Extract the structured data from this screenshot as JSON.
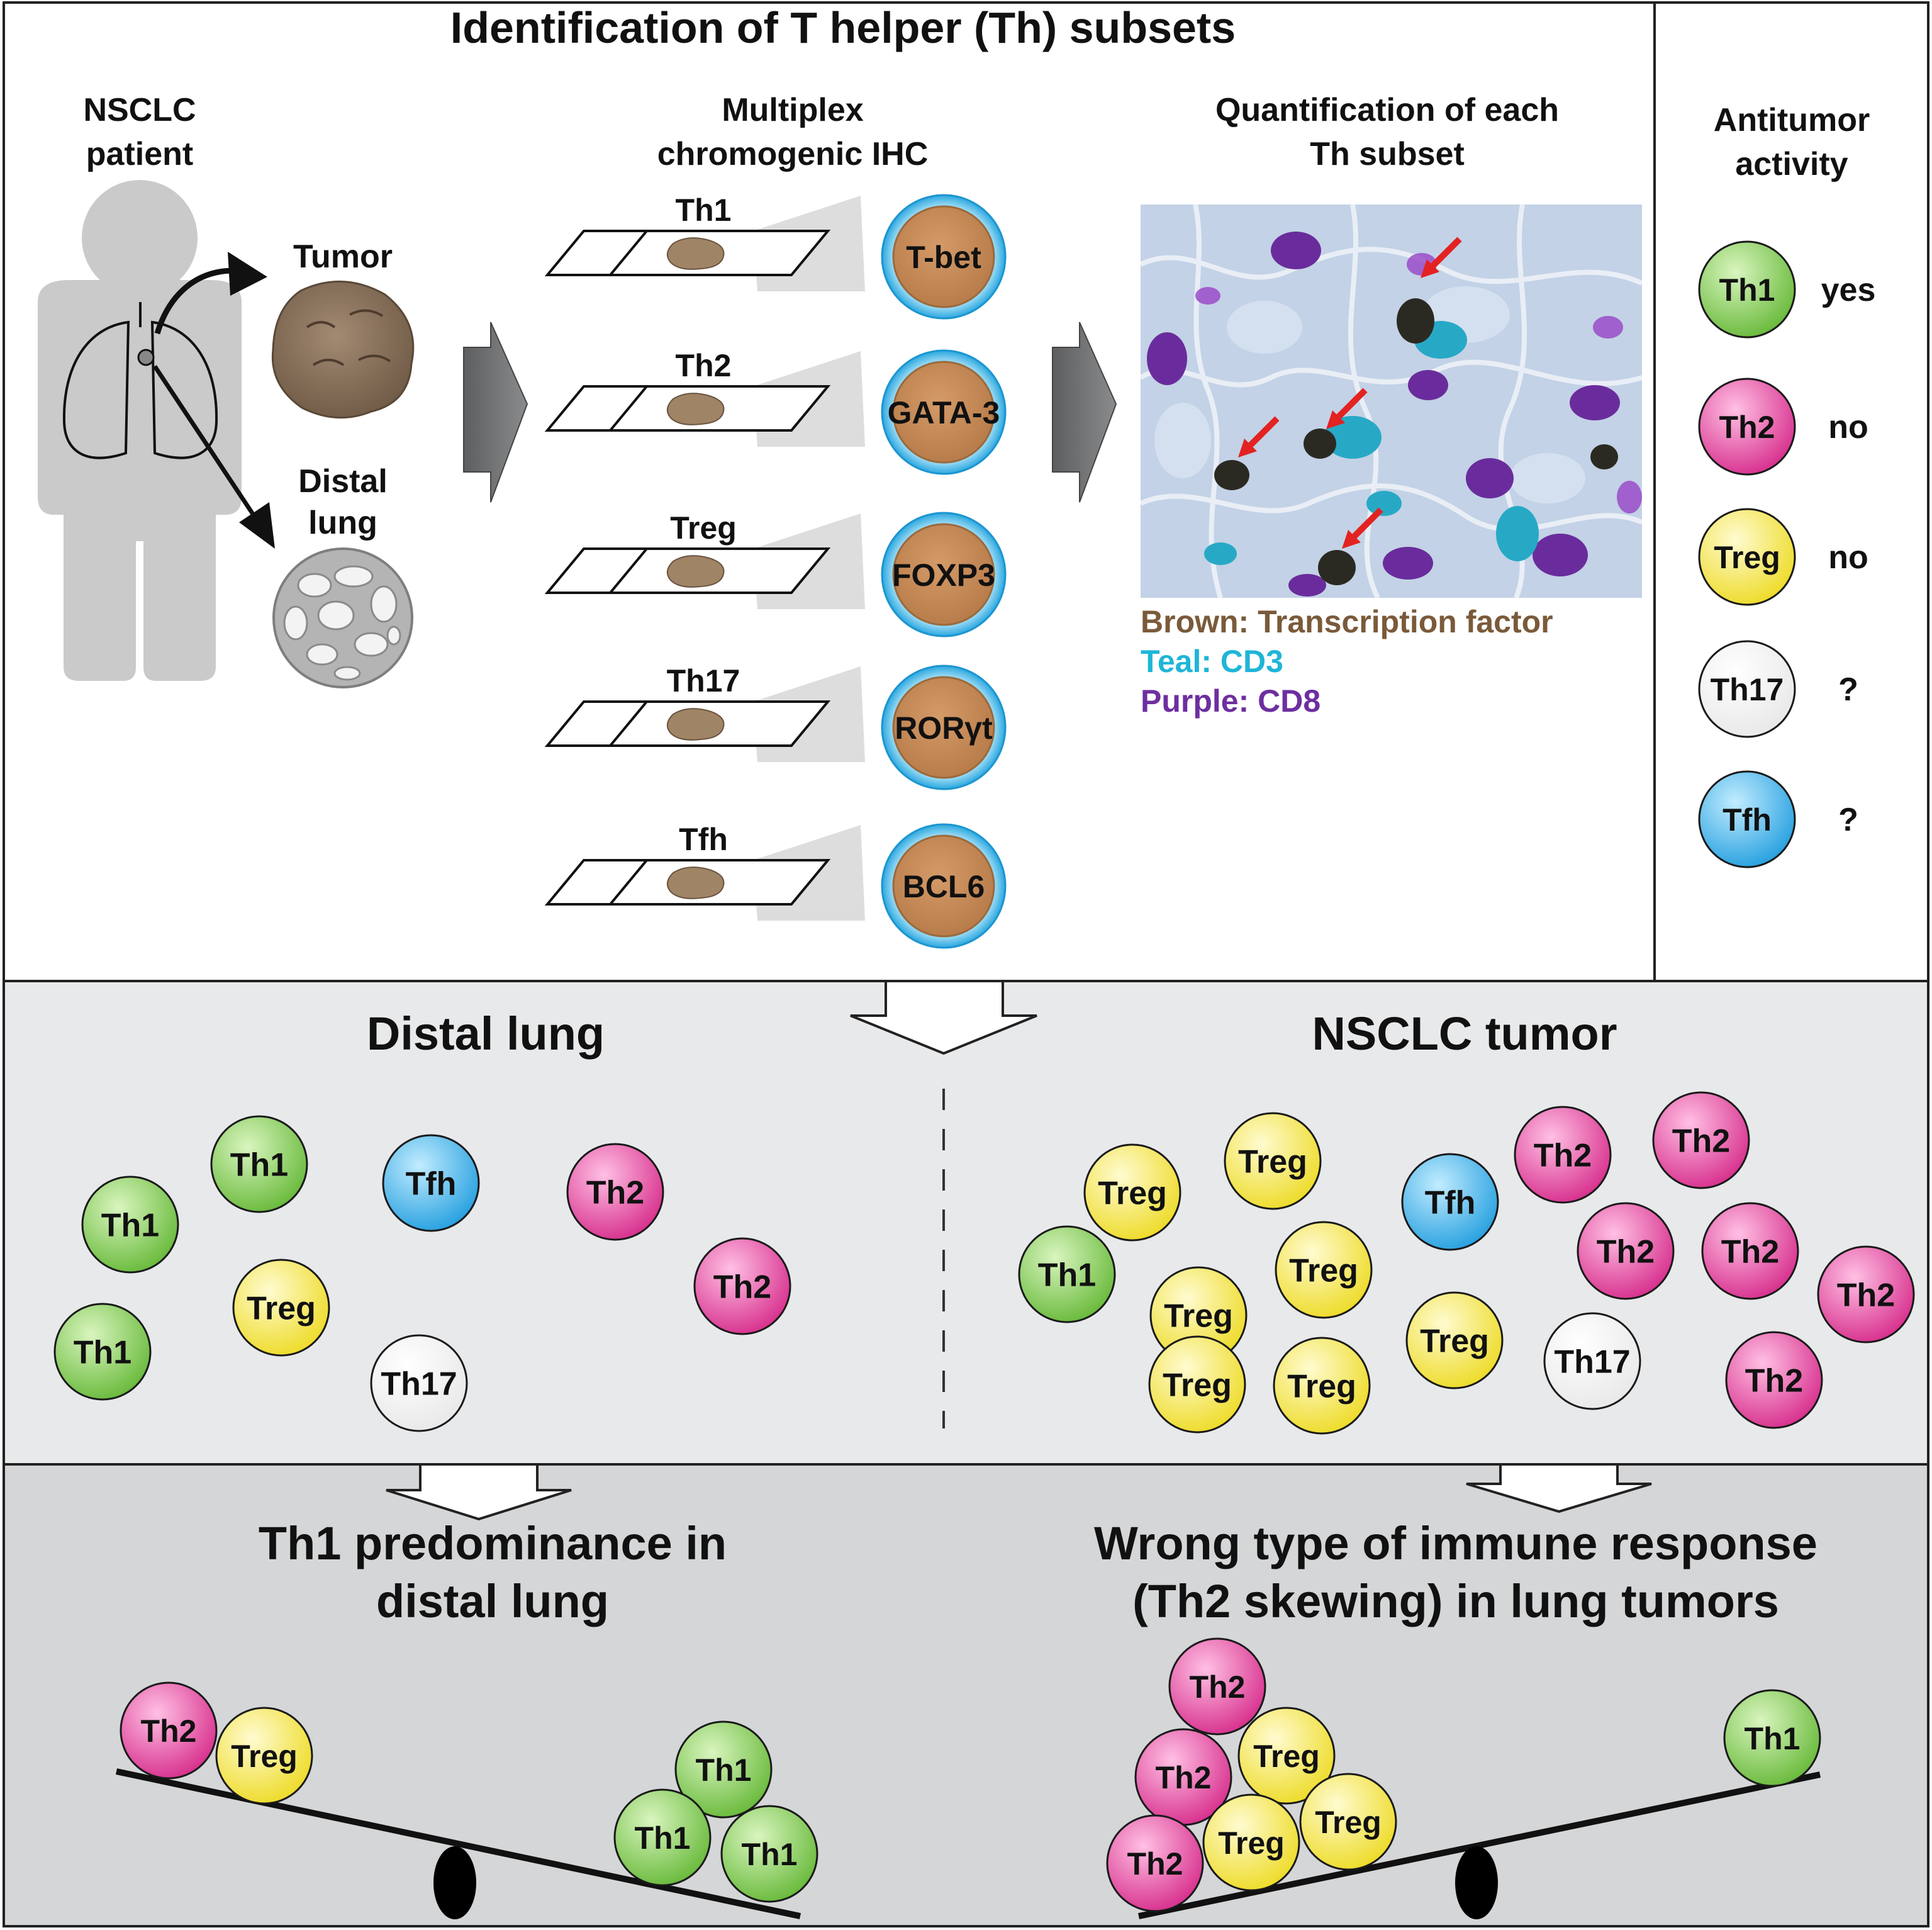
{
  "colors": {
    "th1": "#7ec850",
    "th2": "#e04aa0",
    "treg": "#f4ea5c",
    "th17": "#ffffff",
    "tfh": "#3aaee8",
    "brown": "#7a5a3a",
    "teal": "#1fb5d8",
    "purple": "#6d2fa0",
    "panel_mid": "#e8e9eb",
    "panel_bottom": "#d5d6d8"
  },
  "top": {
    "title": "Identification of T helper (Th) subsets",
    "patient_label": [
      "NSCLC",
      "patient"
    ],
    "tumor_label": "Tumor",
    "distal_label": [
      "Distal",
      "lung"
    ],
    "ihc_label": [
      "Multiplex",
      "chromogenic IHC"
    ],
    "slides": [
      {
        "subset": "Th1",
        "marker": "T-bet"
      },
      {
        "subset": "Th2",
        "marker": "GATA-3"
      },
      {
        "subset": "Treg",
        "marker": "FOXP3"
      },
      {
        "subset": "Th17",
        "marker": "RORγt"
      },
      {
        "subset": "Tfh",
        "marker": "BCL6"
      }
    ],
    "quant_label": [
      "Quantification of each",
      "Th subset"
    ],
    "stain_legend": [
      {
        "text": "Brown: Transcription factor",
        "color": "#7a5a3a"
      },
      {
        "text": "Teal: CD3",
        "color": "#1fb5d8"
      },
      {
        "text": "Purple: CD8",
        "color": "#6d2fa0"
      }
    ],
    "antitumor": {
      "title": [
        "Antitumor",
        "activity"
      ],
      "rows": [
        {
          "subset": "Th1",
          "activity": "yes"
        },
        {
          "subset": "Th2",
          "activity": "no"
        },
        {
          "subset": "Treg",
          "activity": "no"
        },
        {
          "subset": "Th17",
          "activity": "?"
        },
        {
          "subset": "Tfh",
          "activity": "?"
        }
      ]
    }
  },
  "middle": {
    "left_title": "Distal lung",
    "right_title": "NSCLC tumor",
    "left_cells": [
      "Th1",
      "Th1",
      "Th1",
      "Tfh",
      "Th2",
      "Th2",
      "Treg",
      "Th17"
    ],
    "right_cells": [
      "Treg",
      "Treg",
      "Treg",
      "Treg",
      "Treg",
      "Treg",
      "Treg",
      "Th1",
      "Tfh",
      "Th2",
      "Th2",
      "Th2",
      "Th2",
      "Th2",
      "Th2",
      "Th17"
    ]
  },
  "bottom": {
    "left_title": [
      "Th1 predominance in",
      "distal lung"
    ],
    "right_title": [
      "Wrong type of immune response",
      "(Th2 skewing) in lung tumors"
    ],
    "left_balance_cells": [
      "Th2",
      "Treg",
      "Th1",
      "Th1",
      "Th1"
    ],
    "right_balance_cells": [
      "Th2",
      "Treg",
      "Th2",
      "Treg",
      "Treg",
      "Th2",
      "Th1"
    ]
  }
}
